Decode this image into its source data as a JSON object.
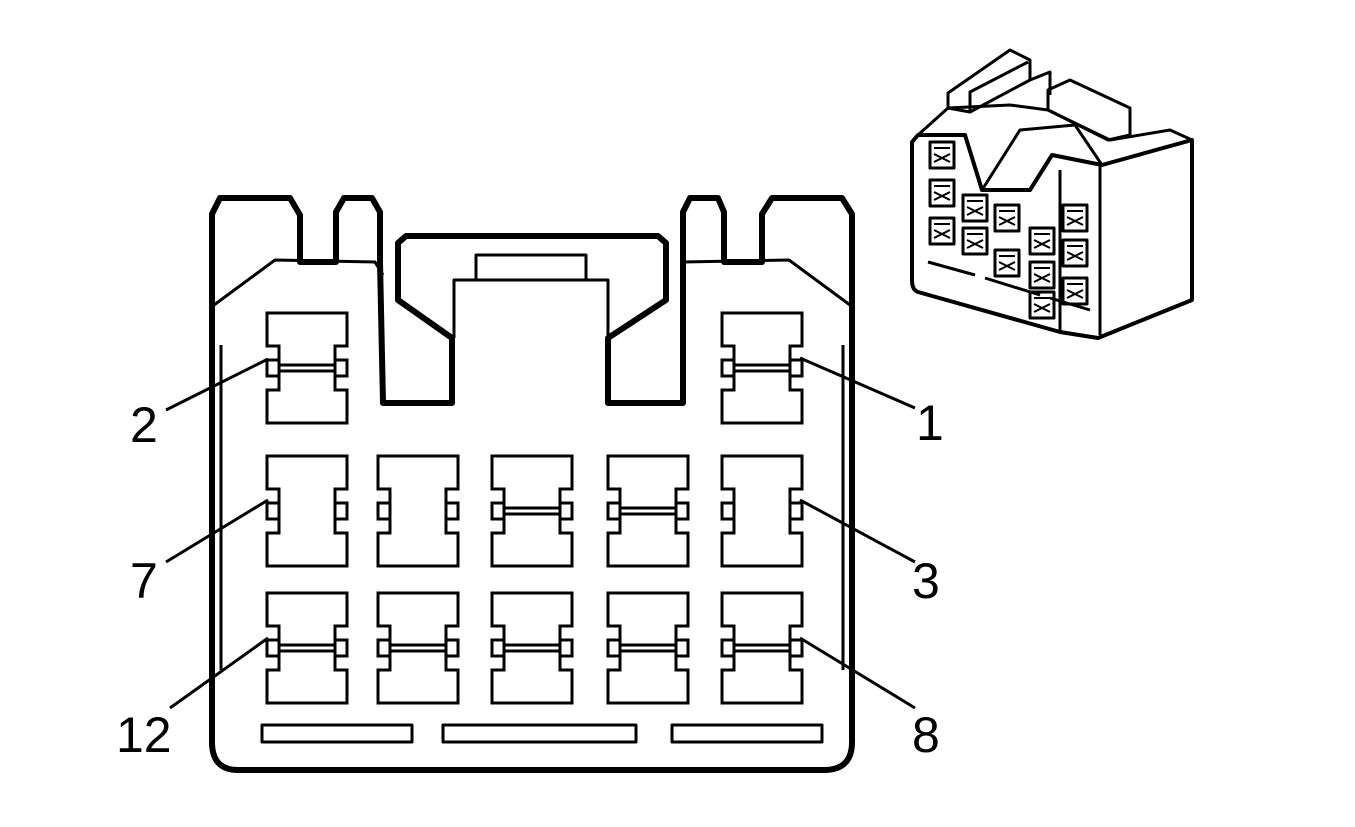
{
  "diagram": {
    "type": "connector-end-view",
    "pin_labels": {
      "pin_1": "1",
      "pin_2": "2",
      "pin_3": "3",
      "pin_7": "7",
      "pin_8": "8",
      "pin_12": "12"
    },
    "cavity_count": 12,
    "colors": {
      "line": "#000000",
      "background": "#ffffff"
    }
  }
}
